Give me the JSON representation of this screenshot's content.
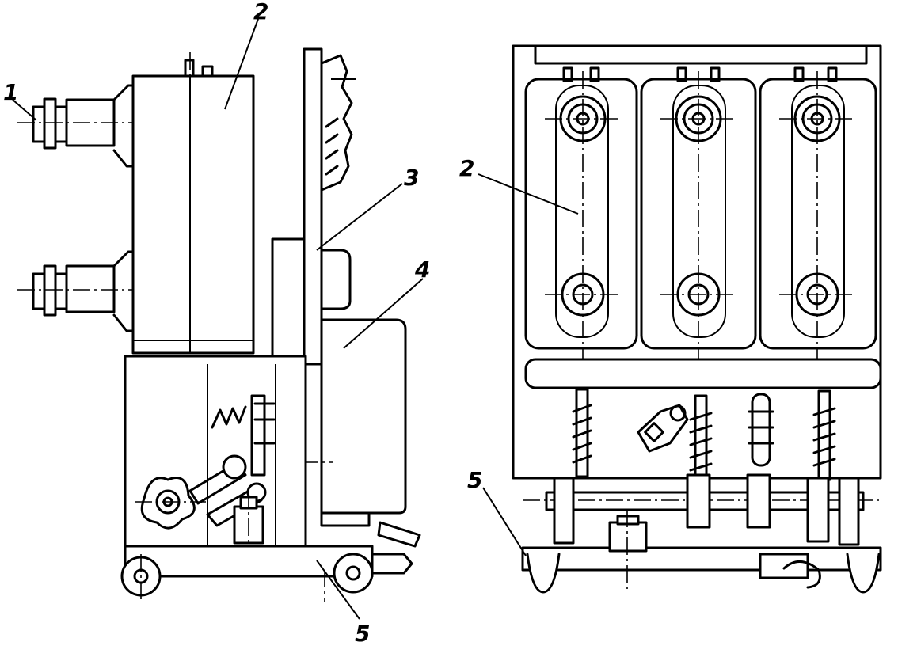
{
  "diagram": {
    "views": [
      "side-view",
      "front-view"
    ],
    "callouts": [
      {
        "id": "c1",
        "label": "1",
        "view": "side-view",
        "part": "terminal-bushing"
      },
      {
        "id": "c2a",
        "label": "2",
        "view": "side-view",
        "part": "vacuum-interrupter-pole"
      },
      {
        "id": "c3",
        "label": "3",
        "view": "side-view",
        "part": "front-panel"
      },
      {
        "id": "c4",
        "label": "4",
        "view": "side-view",
        "part": "operating-mechanism-housing"
      },
      {
        "id": "c5a",
        "label": "5",
        "view": "side-view",
        "part": "wheeled-carriage"
      },
      {
        "id": "c2b",
        "label": "2",
        "view": "front-view",
        "part": "vacuum-interrupter-pole"
      },
      {
        "id": "c5b",
        "label": "5",
        "view": "front-view",
        "part": "wheeled-carriage"
      }
    ]
  }
}
